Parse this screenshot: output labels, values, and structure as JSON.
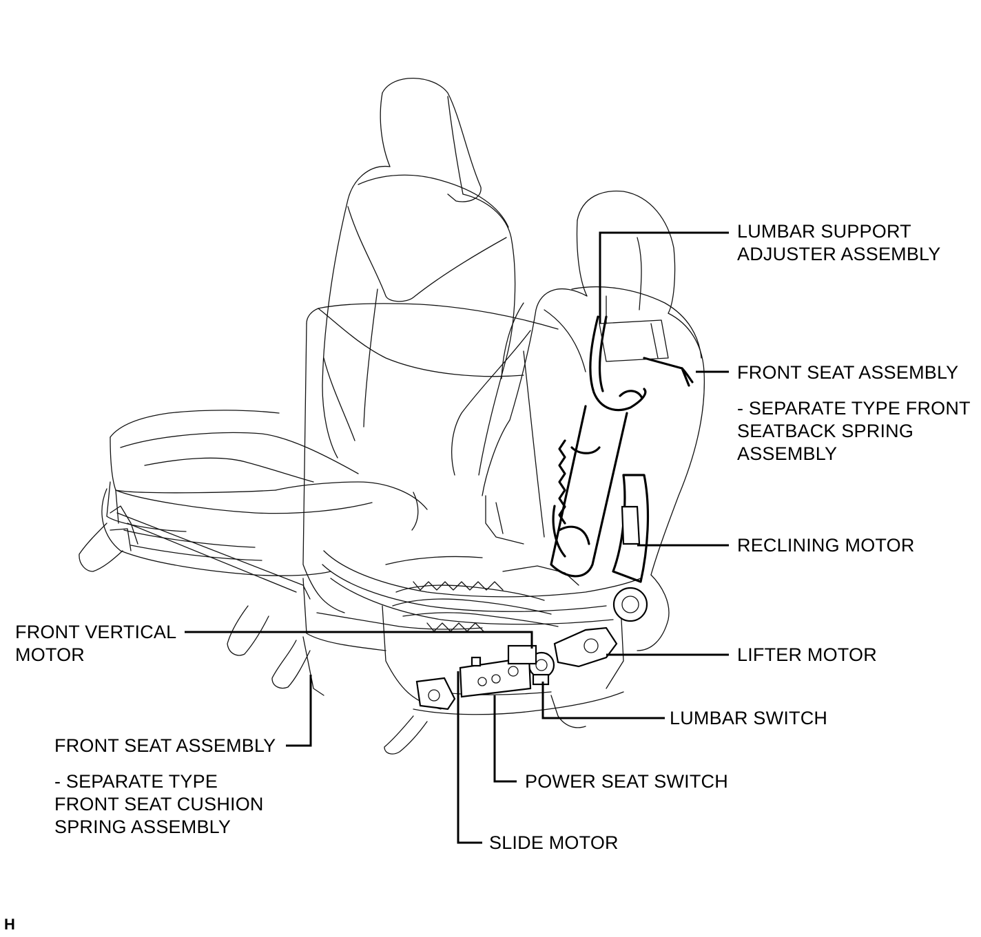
{
  "labels": {
    "lumbar_support": [
      "LUMBAR SUPPORT",
      "ADJUSTER ASSEMBLY"
    ],
    "front_seat_back": [
      "FRONT SEAT ASSEMBLY"
    ],
    "seatback_spring": [
      "- SEPARATE TYPE FRONT",
      "SEATBACK SPRING",
      "ASSEMBLY"
    ],
    "reclining_motor": [
      "RECLINING MOTOR"
    ],
    "front_vertical_motor": [
      "FRONT VERTICAL",
      "MOTOR"
    ],
    "lifter_motor": [
      "LIFTER MOTOR"
    ],
    "lumbar_switch": [
      "LUMBAR SWITCH"
    ],
    "front_seat_cushion": [
      "FRONT SEAT ASSEMBLY"
    ],
    "cushion_spring": [
      "- SEPARATE TYPE",
      "FRONT SEAT CUSHION",
      "SPRING ASSEMBLY"
    ],
    "power_seat_switch": [
      "POWER SEAT SWITCH"
    ],
    "slide_motor": [
      "SLIDE MOTOR"
    ]
  },
  "footer_mark": "H"
}
